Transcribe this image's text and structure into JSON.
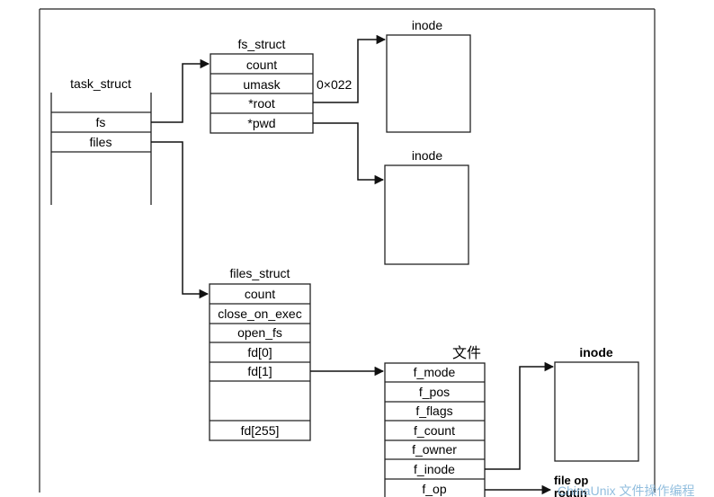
{
  "task_struct": {
    "title": "task_struct",
    "fields": [
      "fs",
      "files"
    ]
  },
  "fs_struct": {
    "title": "fs_struct",
    "fields": [
      "count",
      "umask",
      "*root",
      "*pwd"
    ],
    "umask_value": "0×022"
  },
  "inodes": {
    "root_inode_title": "inode",
    "pwd_inode_title": "inode",
    "file_inode_title": "inode"
  },
  "files_struct": {
    "title": "files_struct",
    "fields": [
      "count",
      "close_on_exec",
      "open_fs",
      "fd[0]",
      "fd[1]",
      "",
      "fd[255]"
    ]
  },
  "file": {
    "title": "文件",
    "fields": [
      "f_mode",
      "f_pos",
      "f_flags",
      "f_count",
      "f_owner",
      "f_inode",
      "f_op"
    ]
  },
  "file_ops": {
    "line1": "file op",
    "line2": "routin"
  },
  "watermark": {
    "text": "ChinaUnix 文件操作编程"
  },
  "colors": {
    "line": "#111111",
    "box_border": "#222222",
    "watermark": "#7fb3d9",
    "background": "#ffffff"
  }
}
